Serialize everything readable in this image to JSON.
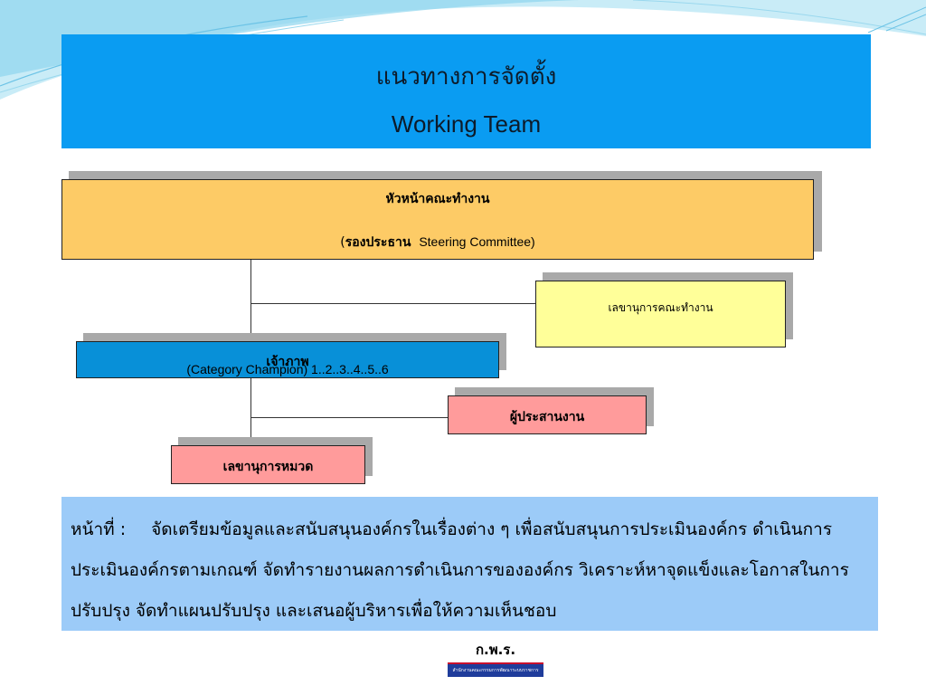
{
  "title": {
    "thai": "แนวทางการจัดตั้ง",
    "english": "Working Team"
  },
  "org_chart": {
    "head": {
      "line1": "หัวหน้าคณะทำงาน",
      "line2_open": "(",
      "line2_thai": "รองประธาน",
      "line2_english": "Steering Committee)"
    },
    "working_team_secretary": "เลขานุการคณะทำงาน",
    "champion": {
      "thai": "เจ้าภาพ",
      "rest": " (Category Champion) 1..2..3..4..5..6"
    },
    "coordinator": "ผู้ประสานงาน",
    "category_secretary": "เลขานุการหมวด"
  },
  "duty": {
    "label": "หน้าที่ :",
    "text": "จัดเตรียมข้อมูลและสนับสนุนองค์กรในเรื่องต่าง ๆ เพื่อสนับสนุนการประเมินองค์กร ดำเนินการประเมินองค์กรตามเกณฑ์ จัดทำรายงานผลการดำเนินการขององค์กร วิเคราะห์หาจุดแข็งและโอกาสในการปรับปรุง จัดทำแผนปรับปรุง และเสนอผู้บริหารเพื่อให้ความเห็นชอบ"
  },
  "logo": {
    "name": "ก.พ.ร.",
    "subtitle": "สำนักงานคณะกรรมการพัฒนาระบบราชการ"
  },
  "colors": {
    "banner": "#0a9cf2",
    "head_box": "#fdcb66",
    "secretary_box": "#ffff99",
    "champion_box": "#0890d8",
    "pink_box": "#ff9b9b",
    "duty_box": "#9ccbf8"
  }
}
